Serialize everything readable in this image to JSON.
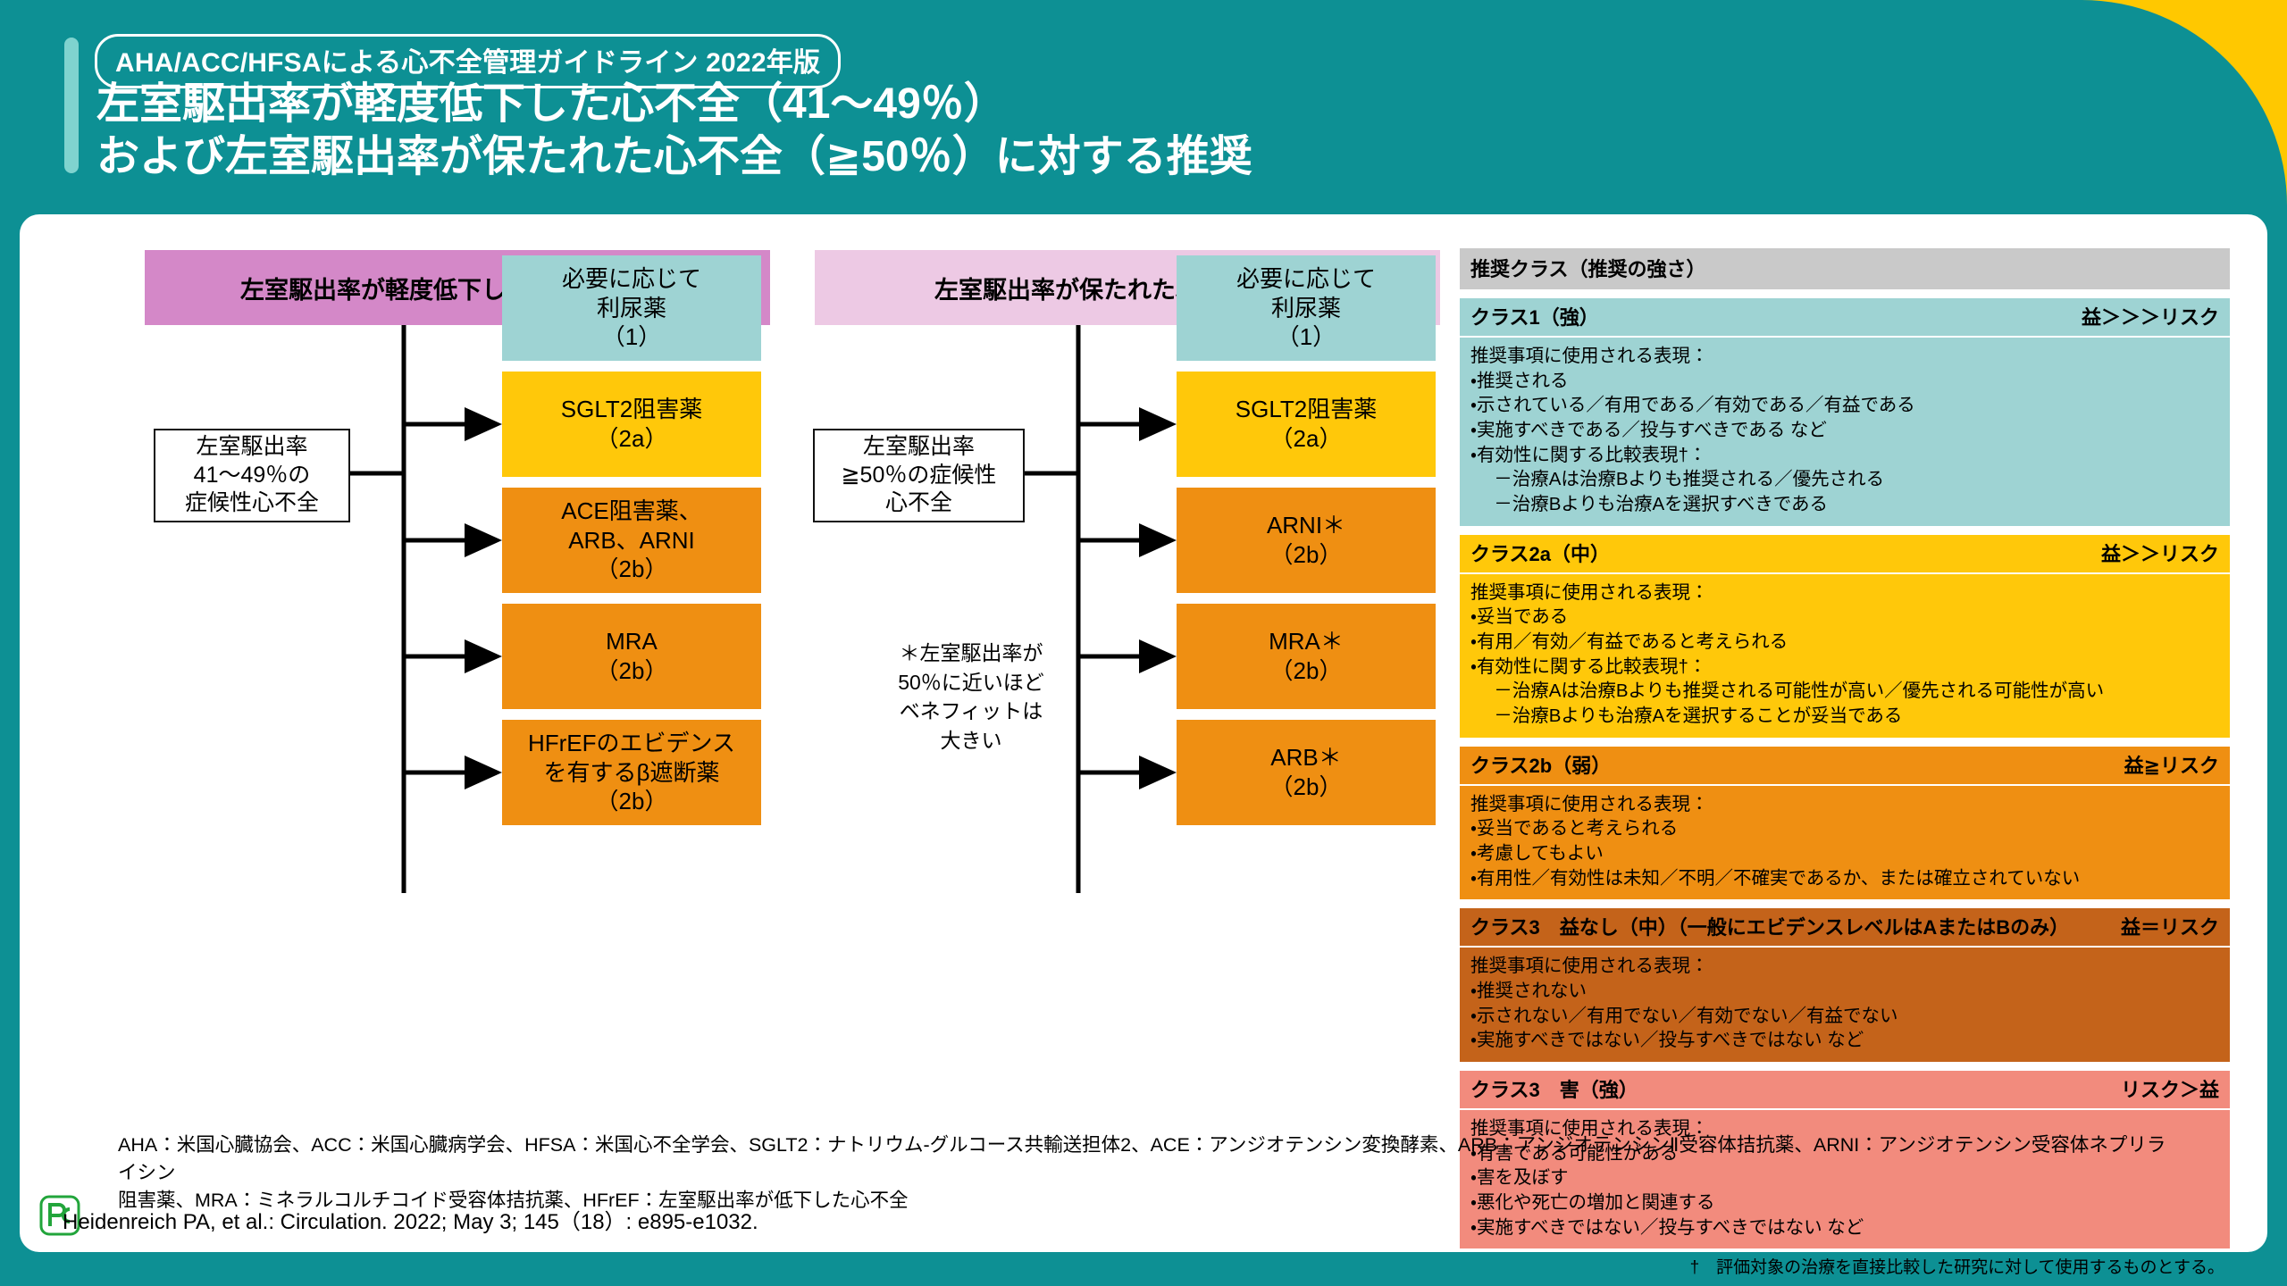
{
  "header": {
    "eyebrow": "AHA/ACC/HFSAによる心不全管理ガイドライン 2022年版",
    "title": "左室駆出率が軽度低下した心不全（41〜49％）\nおよび左室駆出率が保たれた心不全（≧50％）に対する推奨"
  },
  "colors": {
    "banner_yellow": "#FFC800",
    "teal": "#0d9094",
    "accent_mint": "#7fd3cf",
    "hfmref_header": "#d488c8",
    "hfpef_header": "#edc9e4",
    "class1": "#9ed3d3",
    "class2a": "#ffc80a",
    "class2b": "#ef8f12",
    "class3_nobenefit": "#c4631a",
    "class3_harm": "#f28b7d",
    "legend_title_gray": "#c9c9c9",
    "logo_green": "#22a53b"
  },
  "flow": {
    "left_column": {
      "header": "左室駆出率が軽度低下した心不全の治療",
      "start_box": "左室駆出率\n41〜49％の\n症候性心不全",
      "boxes": [
        {
          "label": "必要に応じて\n利尿薬\n（1）",
          "class_color": "class1"
        },
        {
          "label": "SGLT2阻害薬\n（2a）",
          "class_color": "class2a"
        },
        {
          "label": "ACE阻害薬、\nARB、ARNI\n（2b）",
          "class_color": "class2b"
        },
        {
          "label": "MRA\n（2b）",
          "class_color": "class2b"
        },
        {
          "label": "HFrEFのエビデンス\nを有するβ遮断薬\n（2b）",
          "class_color": "class2b"
        }
      ]
    },
    "right_column": {
      "header": "左室駆出率が保たれた心不全の治療",
      "start_box": "左室駆出率\n≧50％の症候性\n心不全",
      "boxes": [
        {
          "label": "必要に応じて\n利尿薬\n（1）",
          "class_color": "class1"
        },
        {
          "label": "SGLT2阻害薬\n（2a）",
          "class_color": "class2a"
        },
        {
          "label": "ARNI＊\n（2b）",
          "class_color": "class2b"
        },
        {
          "label": "MRA＊\n（2b）",
          "class_color": "class2b"
        },
        {
          "label": "ARB＊\n（2b）",
          "class_color": "class2b"
        }
      ],
      "star_note": "＊左室駆出率が\n50％に近いほど\nベネフィットは\n大きい"
    }
  },
  "legend": {
    "title": "推奨クラス（推奨の強さ）",
    "blocks": [
      {
        "class_label": "クラス1（強）",
        "ratio": "益＞＞＞リスク",
        "body": "推奨事項に使用される表現：\n・推奨される\n・示されている／有用である／有効である／有益である\n・実施すべきである／投与すべきである など\n・有効性に関する比較表現†：\n　 －治療Aは治療Bよりも推奨される／優先される\n　 －治療Bよりも治療Aを選択すべきである"
      },
      {
        "class_label": "クラス2a（中）",
        "ratio": "益＞＞リスク",
        "body": "推奨事項に使用される表現：\n・妥当である\n・有用／有効／有益であると考えられる\n・有効性に関する比較表現†：\n　 －治療Aは治療Bよりも推奨される可能性が高い／優先される可能性が高い\n　 －治療Bよりも治療Aを選択することが妥当である"
      },
      {
        "class_label": "クラス2b（弱）",
        "ratio": "益≧リスク",
        "body": "推奨事項に使用される表現：\n・妥当であると考えられる\n・考慮してもよい\n・有用性／有効性は未知／不明／不確実であるか、または確立されていない"
      },
      {
        "class_label": "クラス3　益なし（中）（一般にエビデンスレベルはAまたはBのみ）",
        "ratio": "益＝リスク",
        "body": "推奨事項に使用される表現：\n・推奨されない\n・示されない／有用でない／有効でない／有益でない\n・実施すべきではない／投与すべきではない など"
      },
      {
        "class_label": "クラス3　害（強）",
        "ratio": "リスク＞益",
        "body": "推奨事項に使用される表現：\n・有害である可能性がある\n・害を及ぼす\n・悪化や死亡の増加と関連する\n・実施すべきではない／投与すべきではない など"
      }
    ],
    "dagger_note": "†　評価対象の治療を直接比較した研究に対して使用するものとする。"
  },
  "footer": {
    "abbreviations": "AHA：米国心臓協会、ACC：米国心臓病学会、HFSA：米国心不全学会、SGLT2：ナトリウム-グルコース共輸送担体2、ACE：アンジオテンシン変換酵素、ARB：アンジオテンシンⅡ受容体拮抗薬、ARNI：アンジオテンシン受容体ネプリライシン\n阻害薬、MRA：ミネラルコルチコイド受容体拮抗薬、HFrEF：左室駆出率が低下した心不全",
    "citation": "Heidenreich PA, et al.: Circulation. 2022; May 3; 145（18）: e895-e1032.",
    "logo_text": "pc"
  }
}
